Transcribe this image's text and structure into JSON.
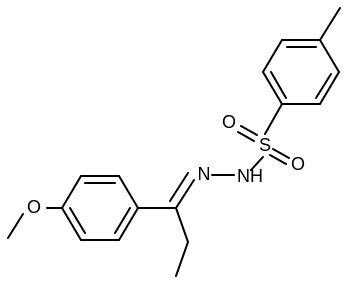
{
  "molecule": {
    "atoms": {
      "sulfur": "S",
      "oxygen_left": "O",
      "oxygen_bottom": "O",
      "nitrogen_nh": "NH",
      "nitrogen_imine": "N",
      "oxygen_methoxy": "O"
    },
    "colors": {
      "bond": "#000000",
      "label": "#000000",
      "background": "#ffffff"
    }
  }
}
